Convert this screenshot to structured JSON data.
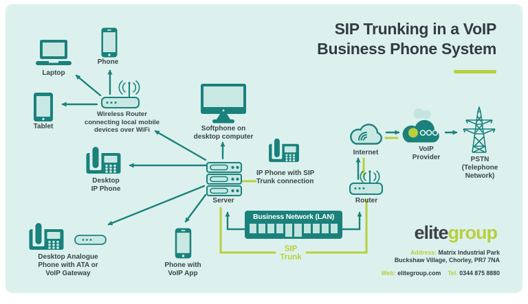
{
  "title": {
    "lines": [
      "SIP Trunking in a VoIP",
      "Business Phone System"
    ]
  },
  "labels": {
    "laptop": [
      "Laptop"
    ],
    "phone": [
      "Phone"
    ],
    "tablet": [
      "Tablet"
    ],
    "wireless_router": [
      "Wireless Router",
      "connecting local mobile",
      "devices over WiFi"
    ],
    "softphone": [
      "Softphone on",
      "desktop computer"
    ],
    "desktop_ip_phone": [
      "Desktop",
      "IP Phone"
    ],
    "server": [
      "Server"
    ],
    "ip_phone_sip": [
      "IP Phone with SIP",
      "Trunk connection"
    ],
    "internet": [
      "Internet"
    ],
    "voip_provider": [
      "VoIP",
      "Provider"
    ],
    "pstn": [
      "PSTN",
      "(Telephone",
      "Network)"
    ],
    "router": [
      "Router"
    ],
    "analogue_phone": [
      "Desktop Analogue",
      "Phone with ATA or",
      "VoIP Gateway"
    ],
    "phone_voip_app": [
      "Phone with",
      "VoIP App"
    ],
    "lan": "Business Network (LAN)",
    "sip_trunk": [
      "SIP",
      "Trunk"
    ]
  },
  "brand": {
    "elite": "elite",
    "group": "group"
  },
  "contact": {
    "address_label": "Address:",
    "address_line1": "Matrix Industrial Park",
    "address_line2": "Buckshaw Village, Chorley, PR7 7NA",
    "web_label": "Web:",
    "web_value": "elitegroup.com",
    "tel_label": "Tel.",
    "tel_value": "0344 875 8880"
  },
  "colors": {
    "teal": "#1A817B",
    "teal_light": "#C9E8E4",
    "background": "#DCF1EE",
    "lime": "#B9CF3E",
    "text_dark": "#3A4448",
    "title_dark": "#333B42"
  }
}
